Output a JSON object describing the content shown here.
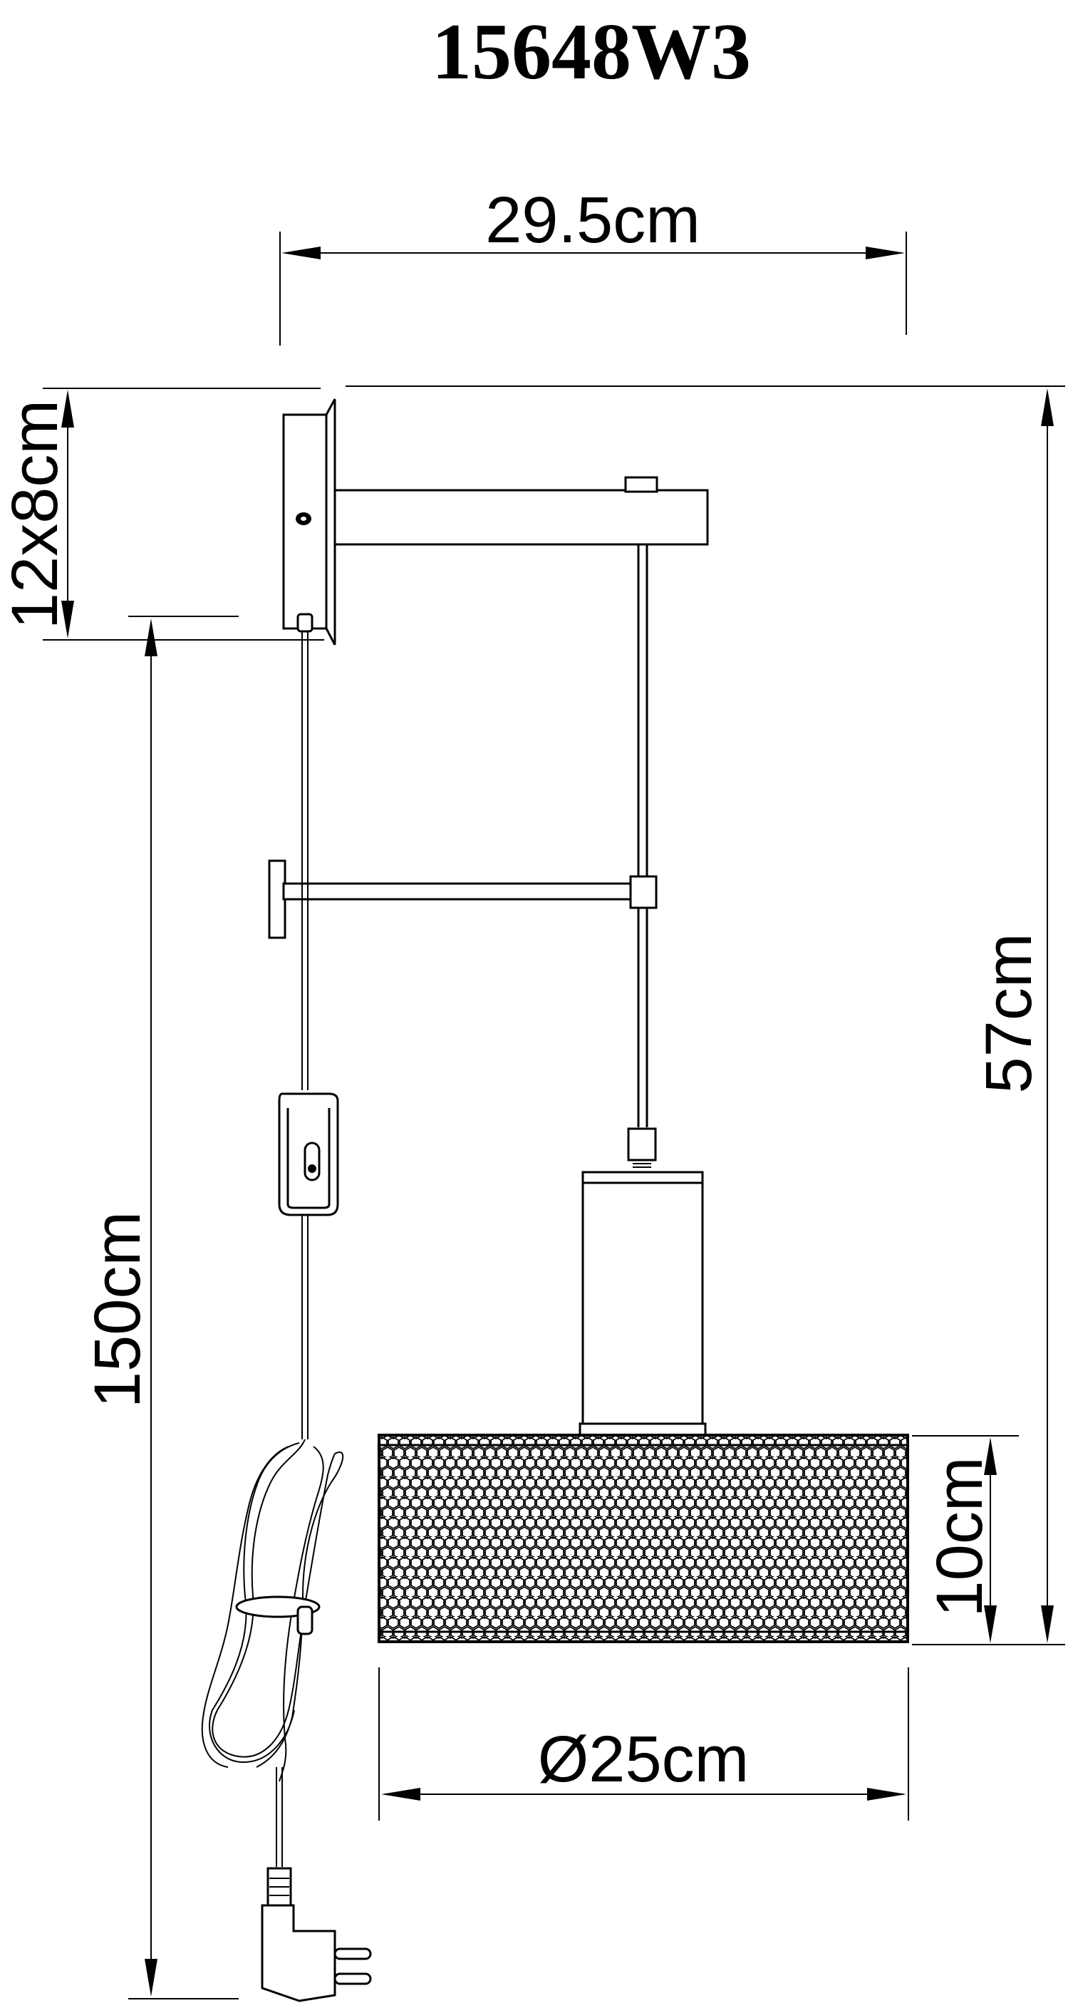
{
  "drawing": {
    "model_number": "15648W3",
    "dimensions": {
      "width": "29.5cm",
      "mount_plate": "12x8cm",
      "height": "57cm",
      "cable_length": "150cm",
      "shade_height": "10cm",
      "shade_diameter": "Ø25cm"
    }
  }
}
